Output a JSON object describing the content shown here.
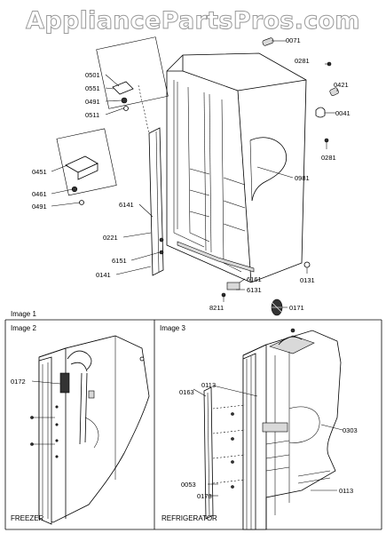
{
  "watermark": "AppliancePartsPros.com",
  "panels": {
    "image1": {
      "caption": "Image 1"
    },
    "image2": {
      "caption": "Image 2",
      "bottom_label": "FREEZER"
    },
    "image3": {
      "caption": "Image 3",
      "bottom_label": "REFRIGERATOR"
    }
  },
  "labels": {
    "p0071": "0071",
    "p0281a": "0281",
    "p0421": "0421",
    "p0041": "0041",
    "p0281b": "0281",
    "p0981": "0981",
    "p0501": "0501",
    "p0551": "0551",
    "p0491a": "0491",
    "p0511": "0511",
    "p0451": "0451",
    "p0461": "0461",
    "p0491b": "0491",
    "p6141": "6141",
    "p0221": "0221",
    "p6151": "6151",
    "p0141": "0141",
    "p6161": "6161",
    "p6131": "6131",
    "p0131": "0131",
    "p8211": "8211",
    "p0171": "0171",
    "p0172": "0172",
    "p0163": "0163",
    "p0113a": "0113",
    "p0303": "0303",
    "p0053": "0053",
    "p0173": "0173",
    "p0113b": "0113"
  }
}
